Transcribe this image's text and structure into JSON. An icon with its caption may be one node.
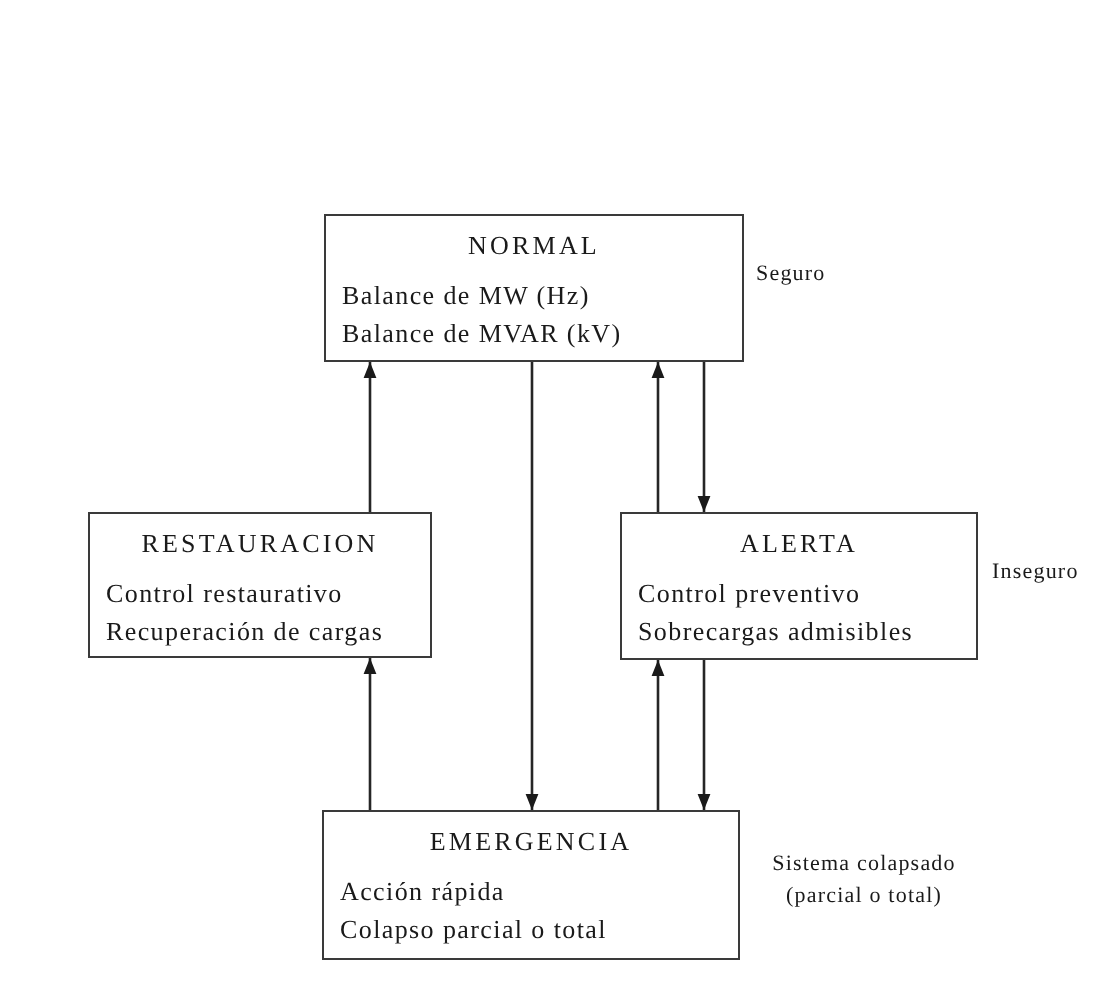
{
  "diagram": {
    "nodes": [
      {
        "text": [
          "NORMAL",
          "Balance de MW (Hz)",
          "Balance de MVAR (kV)"
        ],
        "beside": [
          "Seguro"
        ]
      },
      {
        "text": [
          "RESTAURACION",
          "Control restaurativo",
          "Recuperación de cargas"
        ]
      },
      {
        "text": [
          "ALERTA",
          "Control preventivo",
          "Sobrecargas admisibles"
        ],
        "beside": [
          "Inseguro"
        ]
      },
      {
        "text": [
          "EMERGENCIA",
          "Acción rápida",
          "Colapso parcial o total"
        ],
        "beside": [
          "Sistema colapsado (parcial o total)"
        ]
      }
    ],
    "edges": [
      {
        "from": 1,
        "to": 0,
        "arrow": "to"
      },
      {
        "from": 0,
        "to": 3,
        "arrow": "to"
      },
      {
        "from": 2,
        "to": 0,
        "arrow": "to"
      },
      {
        "from": 0,
        "to": 2,
        "arrow": "to"
      },
      {
        "from": 3,
        "to": 1,
        "arrow": "to"
      },
      {
        "from": 3,
        "to": 2,
        "arrow": "to"
      },
      {
        "from": 2,
        "to": 3,
        "arrow": "to"
      }
    ]
  }
}
